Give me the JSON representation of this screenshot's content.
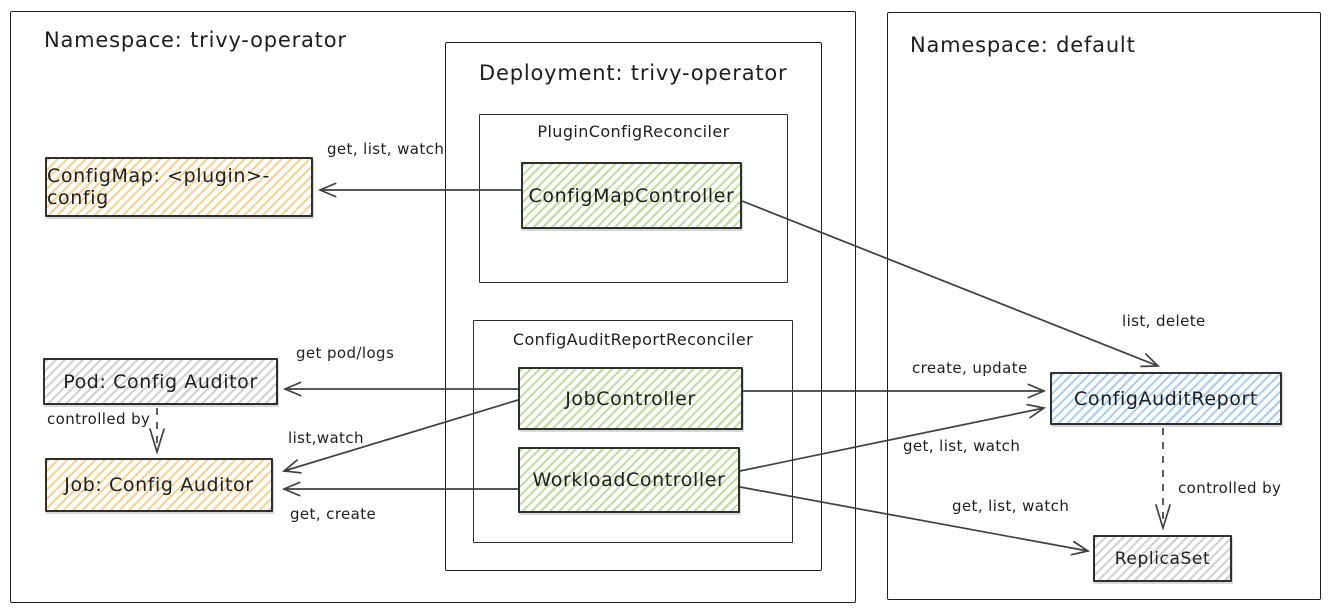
{
  "colors": {
    "node_orange": "#f2ae38",
    "node_green": "#8cc152",
    "node_blue": "#6eaae8",
    "node_gray": "#a9a9af",
    "stroke": "#404040",
    "container_border": "#1f1f1f",
    "text": "#1e1e1e"
  },
  "containers": {
    "ns_left": "Namespace: trivy-operator",
    "deployment": "Deployment: trivy-operator",
    "plugin_reconciler": "PluginConfigReconciler",
    "audit_reconciler": "ConfigAuditReportReconciler",
    "ns_right": "Namespace: default"
  },
  "nodes": {
    "configmap_controller": "ConfigMapController",
    "job_controller": "JobController",
    "workload_controller": "WorkloadController",
    "configmap": "ConfigMap: <plugin>-config",
    "pod": "Pod: Config Auditor",
    "job": "Job: Config Auditor",
    "config_audit_report": "ConfigAuditReport",
    "replicaset": "ReplicaSet"
  },
  "edge_labels": {
    "cm_get_list_watch": "get, list, watch",
    "list_delete": "list, delete",
    "get_pod_logs": "get pod/logs",
    "list_watch": "list,watch",
    "get_create": "get, create",
    "create_update": "create, update",
    "car_get_list_watch": "get, list, watch",
    "rs_get_list_watch": "get, list, watch",
    "pod_controlled_by": "controlled by",
    "car_controlled_by": "controlled by"
  }
}
